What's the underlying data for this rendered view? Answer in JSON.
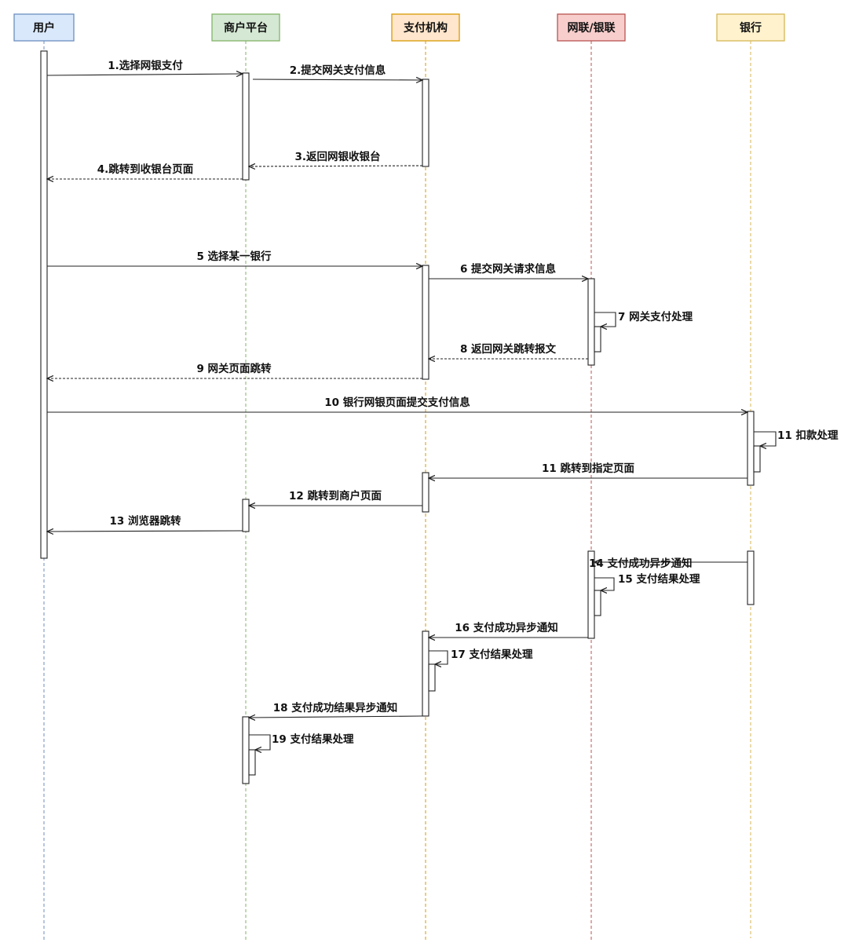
{
  "colors": {
    "user": "#6c8ebf",
    "user_fill": "#dae8fc",
    "merchant": "#82b366",
    "merchant_fill": "#d5e8d4",
    "payment": "#d79b00",
    "payment_fill": "#ffe6cc",
    "unionpay": "#b85450",
    "unionpay_fill": "#f8cecc",
    "bank": "#d6b656",
    "bank_fill": "#fff2cc",
    "line": "#222222"
  },
  "actors": {
    "user": "用户",
    "merchant": "商户平台",
    "payment": "支付机构",
    "unionpay": "网联/银联",
    "bank": "银行"
  },
  "messages": {
    "m1": "1.选择网银支付",
    "m2": "2.提交网关支付信息",
    "m3": "3.返回网银收银台",
    "m4": "4.跳转到收银台页面",
    "m5": "5 选择某一银行",
    "m6": "6 提交网关请求信息",
    "m7": "7 网关支付处理",
    "m8": "8 返回网关跳转报文",
    "m9": "9 网关页面跳转",
    "m10": "10 银行网银页面提交支付信息",
    "m11a": "11 扣款处理",
    "m11b": "11 跳转到指定页面",
    "m12": "12 跳转到商户页面",
    "m13": "13 浏览器跳转",
    "m14": "14 支付成功异步通知",
    "m15": "15 支付结果处理",
    "m16": "16 支付成功异步通知",
    "m17": "17 支付结果处理",
    "m18": "18 支付成功结果异步通知",
    "m19": "19 支付结果处理"
  }
}
